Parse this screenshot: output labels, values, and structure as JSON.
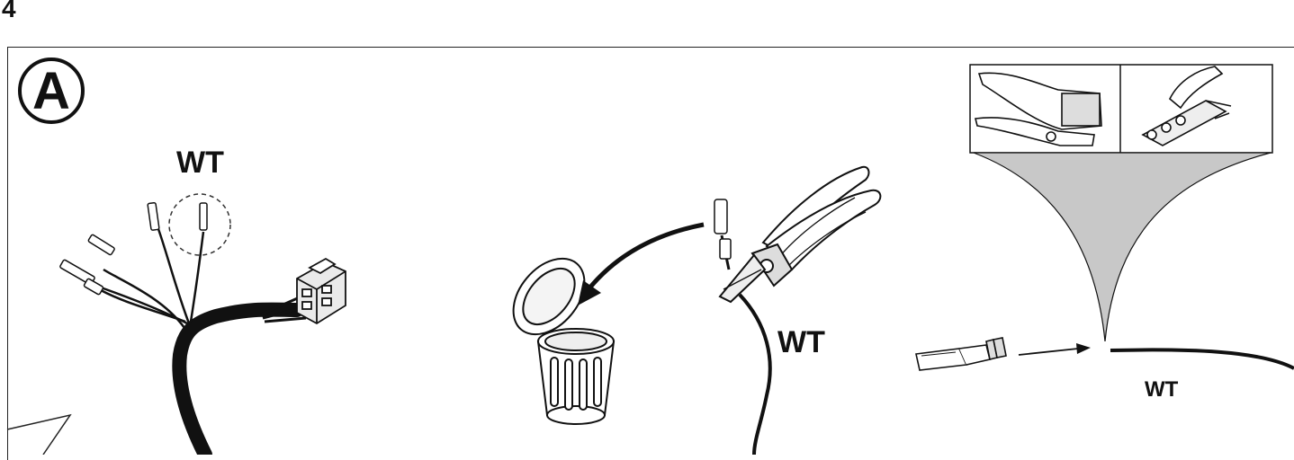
{
  "page": {
    "step_number": "4",
    "badge_letter": "A"
  },
  "labels": {
    "wt_harness": "WT",
    "wt_cutter": "WT",
    "wt_wire": "WT"
  },
  "icons": [
    "wire-harness-icon",
    "connector-block-icon",
    "dashed-circle-highlight-icon",
    "trash-bin-icon",
    "arrow-to-bin-icon",
    "side-cutter-pliers-icon",
    "wire-stripper-tool-icon",
    "crimping-tool-icon",
    "crimp-terminal-icon",
    "arrow-to-wire-icon"
  ],
  "colors": {
    "line": "#111111",
    "funnel": "#c8c8c8",
    "watermark": "#f05050"
  }
}
